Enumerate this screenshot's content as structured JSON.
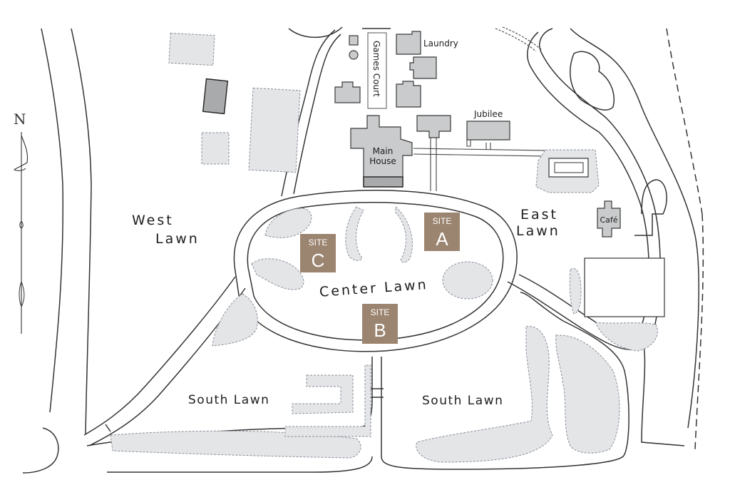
{
  "map": {
    "north_label": "N",
    "lawns": {
      "west_1": "West",
      "west_2": "Lawn",
      "east_1": "East",
      "east_2": "Lawn",
      "center": "Center Lawn",
      "south_left": "South Lawn",
      "south_right": "South Lawn"
    },
    "buildings": {
      "laundry": "Laundry",
      "games_court": "Games Court",
      "jubilee": "Jubilee",
      "main_house_1": "Main",
      "main_house_2": "House",
      "cafe": "Café"
    },
    "sites": [
      {
        "word": "SITE",
        "letter": "A"
      },
      {
        "word": "SITE",
        "letter": "B"
      },
      {
        "word": "SITE",
        "letter": "C"
      }
    ],
    "colors": {
      "site_fill": "#9b8470",
      "grass_fill": "#e3e5e7",
      "building_fill": "#c9cbcc"
    }
  }
}
